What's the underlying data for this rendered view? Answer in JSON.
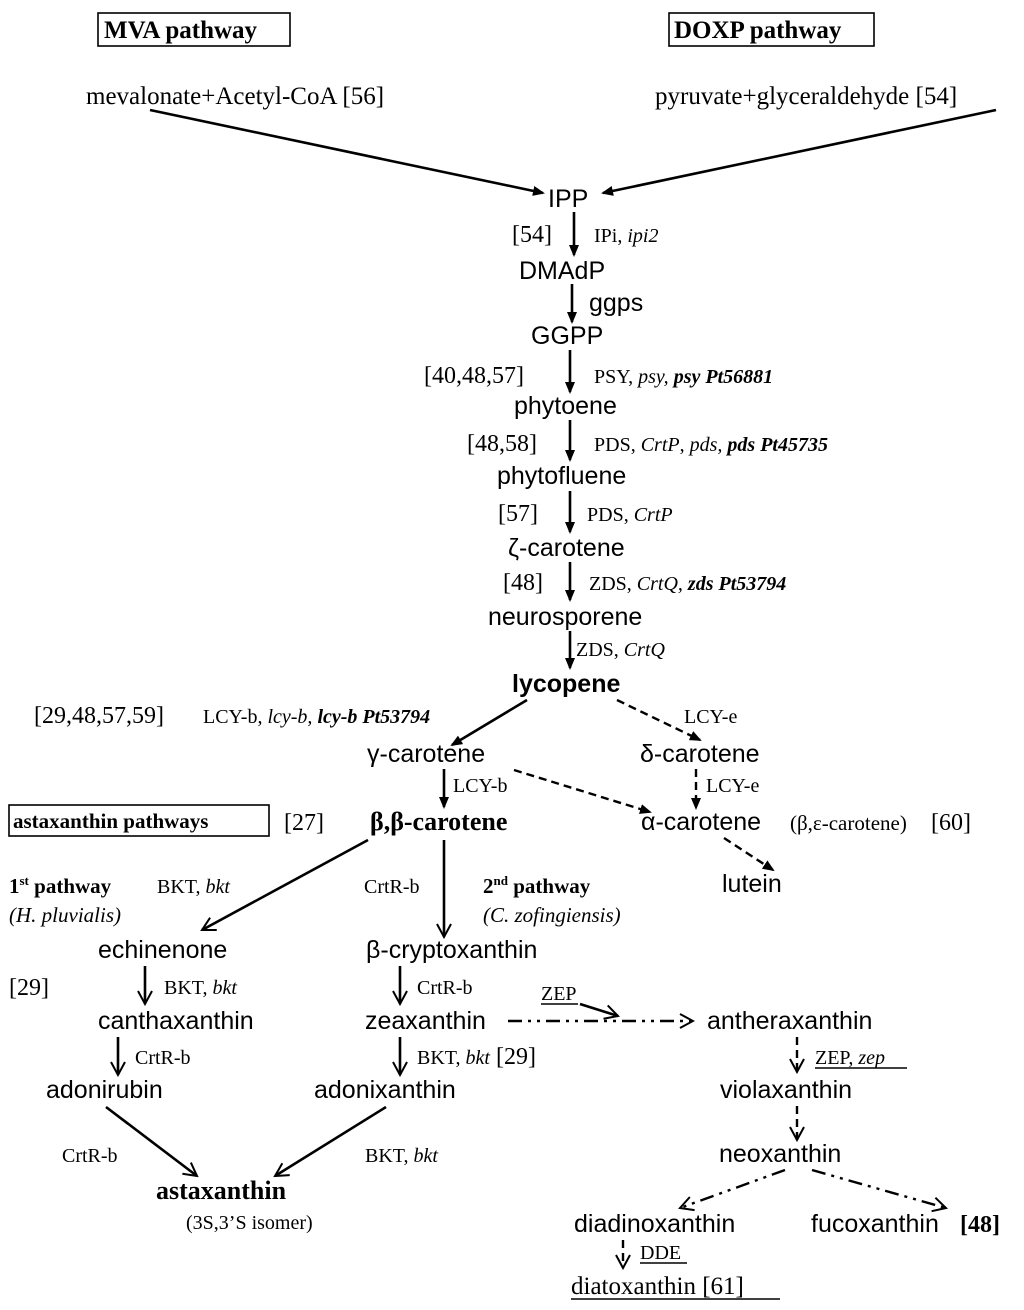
{
  "headers": {
    "mva": "MVA pathway",
    "doxp": "DOXP pathway",
    "astaxanthin": "astaxanthin pathways",
    "astaxanthin_ref": "[27]"
  },
  "sources": {
    "mva": "mevalonate+Acetyl-CoA [56]",
    "doxp": "pyruvate+glyceraldehyde [54]"
  },
  "nodes": {
    "ipp": "IPP",
    "dmadp": "DMAdP",
    "ggpp": "GGPP",
    "phytoene": "phytoene",
    "phytofluene": "phytofluene",
    "zeta_carotene": "ζ-carotene",
    "neurosporene": "neurosporene",
    "lycopene": "lycopene",
    "gamma_carotene": "γ-carotene",
    "delta_carotene": "δ-carotene",
    "beta_beta_carotene": "β,β-carotene",
    "alpha_carotene": "α-carotene",
    "alpha_carotene_alt": "(β,ε-carotene)",
    "alpha_carotene_ref": "[60]",
    "lutein": "lutein",
    "echinenone": "echinenone",
    "beta_cryptoxanthin": "β-cryptoxanthin",
    "canthaxanthin": "canthaxanthin",
    "zeaxanthin": "zeaxanthin",
    "antheraxanthin": "antheraxanthin",
    "adonirubin": "adonirubin",
    "adonixanthin": "adonixanthin",
    "violaxanthin": "violaxanthin",
    "neoxanthin": "neoxanthin",
    "astaxanthin": "astaxanthin",
    "astaxanthin_isomer": "(3S,3’S isomer)",
    "diadinoxanthin": "diadinoxanthin",
    "fucoxanthin": "fucoxanthin",
    "fucoxanthin_ref": "[48]",
    "diatoxanthin": "diatoxanthin [61]"
  },
  "steps": {
    "ipp_dmadp": {
      "ref": "[54]",
      "enzyme": "IPi, ",
      "gene": "ipi2"
    },
    "dmadp_ggpp": {
      "enzyme": "ggps"
    },
    "ggpp_phytoene": {
      "ref": "[40,48,57]",
      "enzyme": "PSY, ",
      "gene": "psy, ",
      "bold_gene": "psy Pt56881"
    },
    "phytoene_phytofluene": {
      "ref": "[48,58]",
      "enzyme": "PDS, ",
      "gene": "CrtP",
      "sep": ", ",
      "gene2": "pds, ",
      "bold_gene": "pds Pt45735"
    },
    "phytofluene_zeta": {
      "ref": "[57]",
      "enzyme": "PDS, ",
      "gene": "CrtP"
    },
    "zeta_neurosporene": {
      "ref": "[48]",
      "enzyme": "ZDS, ",
      "gene": "CrtQ, ",
      "bold_gene": "zds Pt53794"
    },
    "neurosporene_lycopene": {
      "enzyme": "ZDS, ",
      "gene": "CrtQ"
    },
    "lycopene_gamma": {
      "ref": "[29,48,57,59]",
      "enzyme": "LCY-b, ",
      "gene": "lcy-b, ",
      "bold_gene": "lcy-b Pt53794"
    },
    "lycopene_delta": {
      "enzyme": "LCY-e"
    },
    "gamma_beta": {
      "enzyme": "LCY-b"
    },
    "delta_alpha": {
      "enzyme": "LCY-e"
    }
  },
  "first_pathway": {
    "label_prefix": "1",
    "label_sup": "st",
    "label_suffix": " pathway",
    "organism": "(H. pluvialis)",
    "enzyme": "BKT, ",
    "gene": "bkt",
    "ref": "[29]",
    "step2_enzyme": "BKT, ",
    "step2_gene": "bkt",
    "step3_enzyme": "CrtR-b",
    "final_enzyme": "CrtR-b"
  },
  "second_pathway": {
    "label_prefix": "2",
    "label_sup": "nd",
    "label_suffix": " pathway",
    "organism": "(C. zofingiensis)",
    "enzyme": "CrtR-b",
    "step2_enzyme": "CrtR-b",
    "step3_enzyme": "BKT, ",
    "step3_gene": "bkt",
    "step3_ref": " [29]",
    "final_enzyme": "BKT, ",
    "final_gene": "bkt"
  },
  "xanthophyll": {
    "zep": "ZEP",
    "zep2_enzyme": "ZEP, ",
    "zep2_gene": "zep",
    "dde": "DDE"
  }
}
